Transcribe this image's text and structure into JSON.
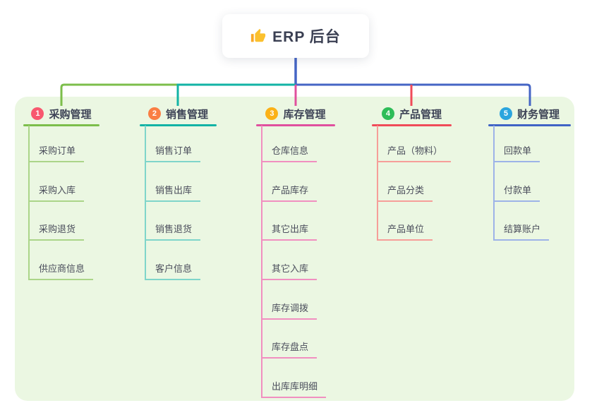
{
  "root": {
    "label": "ERP 后台",
    "icon": "thumbs-up"
  },
  "branches": [
    {
      "num": "1",
      "label": "采购管理",
      "color": "#7cbe4b",
      "badge_color": "#f8586f",
      "children": [
        "采购订单",
        "采购入库",
        "采购退货",
        "供应商信息"
      ]
    },
    {
      "num": "2",
      "label": "销售管理",
      "color": "#12b3a5",
      "badge_color": "#fa7e44",
      "children": [
        "销售订单",
        "销售出库",
        "销售退货",
        "客户信息"
      ]
    },
    {
      "num": "3",
      "label": "库存管理",
      "color": "#e0509e",
      "badge_color": "#fbb117",
      "children": [
        "仓库信息",
        "产品库存",
        "其它出库",
        "其它入库",
        "库存调拨",
        "库存盘点",
        "出库库明细"
      ]
    },
    {
      "num": "4",
      "label": "产品管理",
      "color": "#f04b59",
      "badge_color": "#2ebd58",
      "children": [
        "产品（物料）",
        "产品分类",
        "产品单位"
      ]
    },
    {
      "num": "5",
      "label": "财务管理",
      "color": "#3f63c5",
      "badge_color": "#2ba5de",
      "children": [
        "回款单",
        "付款单",
        "结算账户"
      ]
    }
  ],
  "colors": {
    "canvas_background": "#ffffff",
    "panel_background": "#ebf7e2",
    "root_connector": "#4565c5",
    "root_text": "#3a3f52",
    "thumb_icon": "#fbc02d",
    "child_text": "#4b4e5c"
  }
}
